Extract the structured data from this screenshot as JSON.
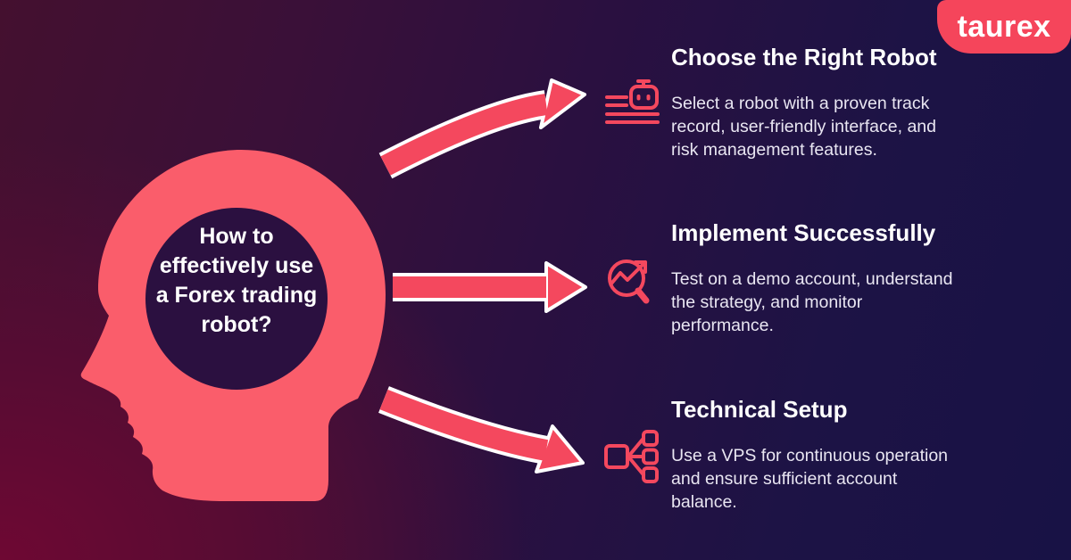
{
  "brand": {
    "logo_text": "taurex"
  },
  "head": {
    "question": "How to\neffectively use\na Forex trading\nrobot?"
  },
  "sections": [
    {
      "icon": "robot-checklist-icon",
      "title": "Choose the Right Robot",
      "body": "Select a robot with a proven track\nrecord, user-friendly interface, and\nrisk management features."
    },
    {
      "icon": "chart-magnifier-icon",
      "title": "Implement Successfully",
      "body": "Test on a demo account, understand\nthe strategy, and monitor\nperformance."
    },
    {
      "icon": "network-nodes-icon",
      "title": "Technical Setup",
      "body": "Use a VPS for continuous operation\nand ensure sufficient account\nbalance."
    }
  ],
  "colors": {
    "accent-pink": "#FA5D6B",
    "arrow-pink": "#F4485E",
    "badge-pink": "#F5455B",
    "inner-circle": "#2B1040",
    "bg-navy": "#181245",
    "bg-maroon": "#6E0833",
    "title-white": "#FFFFFF",
    "body-text": "#E9E6F2"
  }
}
